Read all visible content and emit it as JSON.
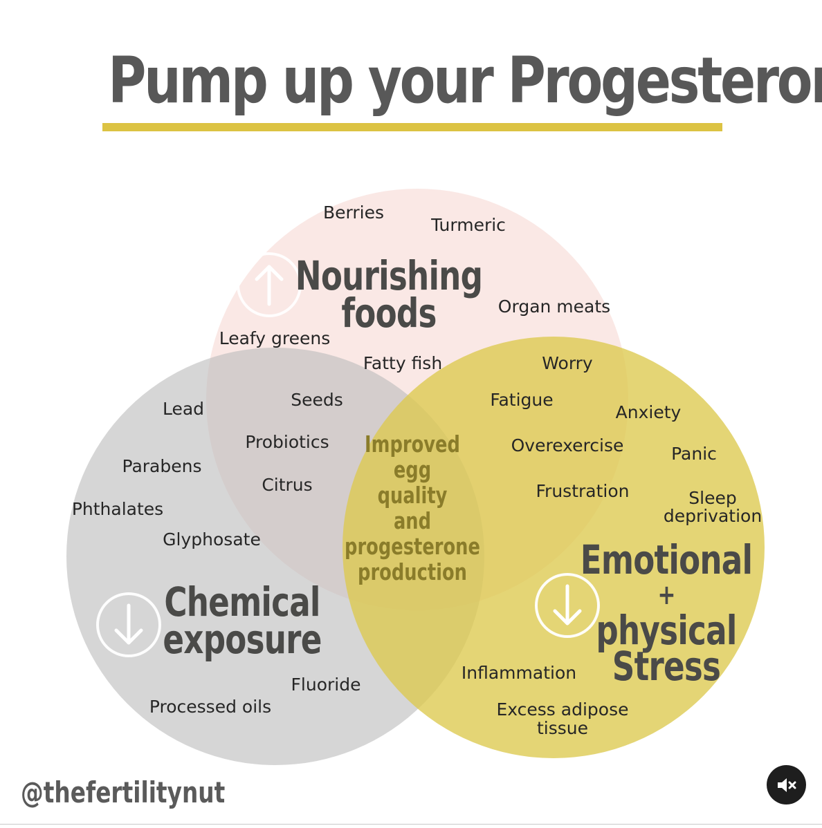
{
  "title": "Pump up your Progesterone",
  "colors": {
    "pink": "#f6d5d0",
    "gray": "#bdbdbd",
    "yellow": "#dcc94e",
    "underline": "#dcc343",
    "title": "#585858"
  },
  "circles": {
    "nourishing": {
      "label_line1": "Nourishing",
      "label_line2": "foods",
      "icon": "arrow-up-icon",
      "items": [
        "Berries",
        "Turmeric",
        "Organ meats",
        "Leafy greens",
        "Fatty fish",
        "Seeds",
        "Probiotics",
        "Citrus"
      ]
    },
    "chemical": {
      "label_line1": "Chemical",
      "label_line2": "exposure",
      "icon": "arrow-down-icon",
      "items": [
        "Lead",
        "Parabens",
        "Phthalates",
        "Glyphosate",
        "Fluoride",
        "Processed oils"
      ]
    },
    "stress": {
      "label_line1": "Emotional",
      "label_line2": "+",
      "label_line3": "physical",
      "label_line4": "Stress",
      "icon": "arrow-down-icon",
      "items": [
        "Worry",
        "Fatigue",
        "Anxiety",
        "Overexercise",
        "Panic",
        "Frustration",
        "Sleep",
        "deprivation",
        "Inflammation",
        "Excess adipose",
        "tissue"
      ]
    }
  },
  "center": {
    "lines": [
      "Improved",
      "egg",
      "quality",
      "and",
      "progesterone",
      "production"
    ]
  },
  "footer": {
    "handle": "@thefertilitynut"
  },
  "controls": {
    "mute_icon": "speaker-muted-icon"
  }
}
